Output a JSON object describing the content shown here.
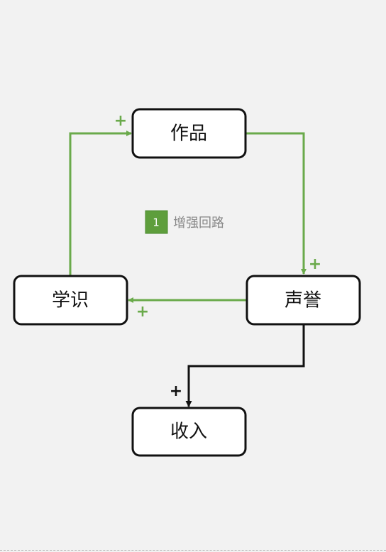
{
  "nodes": {
    "works": "作品",
    "reputation": "声誉",
    "knowledge": "学识",
    "income": "收入"
  },
  "polarity": {
    "knowledge_to_works": "+",
    "works_to_reputation": "+",
    "reputation_to_knowledge": "+",
    "reputation_to_income": "+"
  },
  "loop_label": {
    "number": "1",
    "text": "增强回路"
  },
  "colors": {
    "loop_color": "#6aaa4b",
    "badge_fill": "#5e9e3c",
    "link_color": "#111111",
    "node_border": "#111111",
    "node_fill": "#ffffff",
    "background": "#f2f2f2"
  }
}
